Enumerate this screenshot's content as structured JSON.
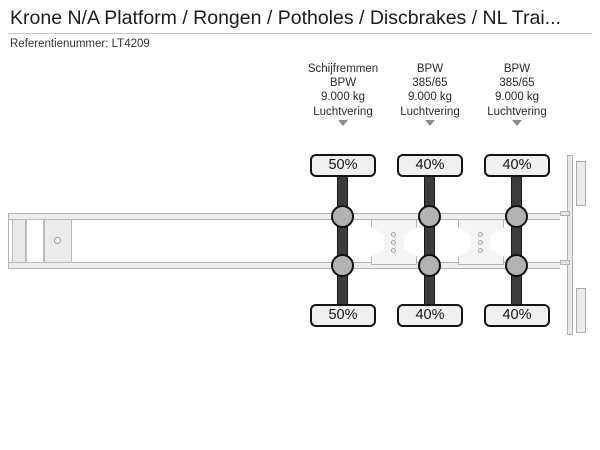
{
  "header": {
    "title": "Krone N/A Platform / Rongen / Potholes / Discbrakes / NL Trai...",
    "reference_label": "Referentienummer: LT4209"
  },
  "diagram": {
    "type": "trailer-axle-configuration",
    "axles": [
      {
        "id": "axle-1",
        "label_lines": [
          "Schijfremmen",
          "BPW",
          "9.000 kg",
          "Luchtvering"
        ],
        "brake_type": "Schijfremmen",
        "brand": "BPW",
        "capacity": "9.000 kg",
        "suspension": "Luchtvering",
        "tyre_top_percent": "50%",
        "tyre_bottom_percent": "50%"
      },
      {
        "id": "axle-2",
        "label_lines": [
          "BPW",
          "385/65",
          "9.000 kg",
          "Luchtvering"
        ],
        "brand": "BPW",
        "tyre_size": "385/65",
        "capacity": "9.000 kg",
        "suspension": "Luchtvering",
        "tyre_top_percent": "40%",
        "tyre_bottom_percent": "40%"
      },
      {
        "id": "axle-3",
        "label_lines": [
          "BPW",
          "385/65",
          "9.000 kg",
          "Luchtvering"
        ],
        "brand": "BPW",
        "tyre_size": "385/65",
        "capacity": "9.000 kg",
        "suspension": "Luchtvering",
        "tyre_top_percent": "40%",
        "tyre_bottom_percent": "40%"
      }
    ],
    "parts": {
      "kingpin": "kingpin-plate",
      "suspension_units": 2,
      "suspension_dots_per_unit": 3,
      "rear_lights": 2
    }
  },
  "colors": {
    "background": "#ffffff",
    "text": "#1a1a1a",
    "rail_fill": "#ededed",
    "rail_stroke": "#b4b4b4",
    "axle_bar": "#3c3c3c",
    "hub_fill": "#b2b2b2",
    "badge_border": "#141414",
    "badge_fill": "#f0f0f0",
    "arrow": "#8d8d8d"
  }
}
